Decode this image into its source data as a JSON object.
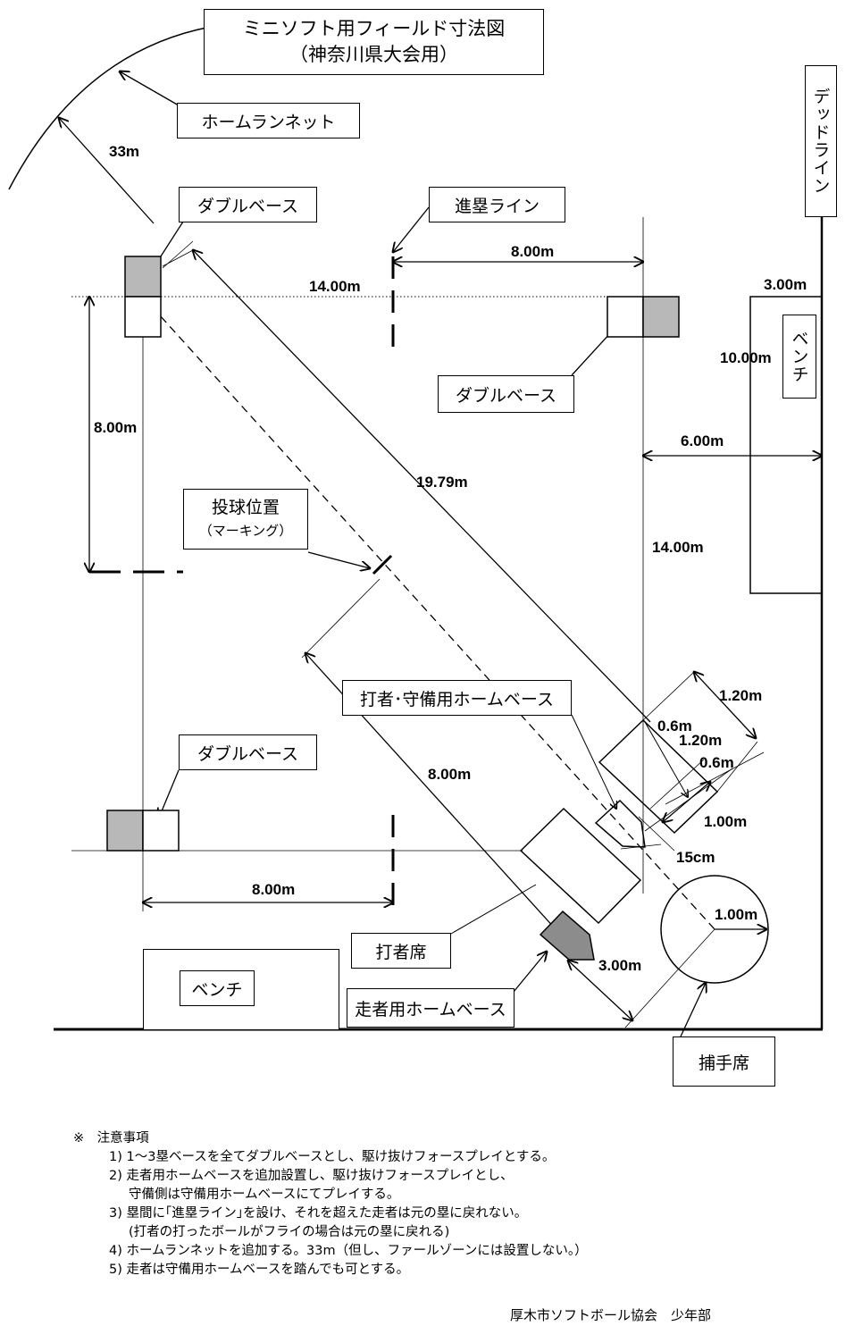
{
  "title": {
    "line1": "ミニソフト用フィールド寸法図",
    "line2": "（神奈川県大会用）"
  },
  "labels": {
    "homerun_net": "ホームランネット",
    "dead_line": "デッドライン",
    "double_base_top_left": "ダブルベース",
    "double_base_right": "ダブルベース",
    "double_base_bottom_left": "ダブルベース",
    "advance_line": "進塁ライン",
    "pitch_position": "投球位置",
    "pitch_marking": "（マーキング）",
    "batter_defense_home": "打者･守備用ホームベース",
    "batter_box": "打者席",
    "runner_home": "走者用ホームベース",
    "catcher_box": "捕手席",
    "bench_right": "ベンチ",
    "bench_bottom": "ベンチ"
  },
  "dimensions": {
    "net_radius": "33m",
    "advance_top": "8.00m",
    "base_distance": "14.00m",
    "bench_offset": "3.00m",
    "bench_length": "10.00m",
    "bench_line_distance": "6.00m",
    "pitch_distance_left": "8.00m",
    "diagonal": "19.79m",
    "right_side": "14.00m",
    "box_width": "1.20m",
    "gap_a": "0.6m",
    "box_width_b": "1.20m",
    "gap_b": "0.6m",
    "box_length": "1.00m",
    "home_gap": "15cm",
    "pitch_diag": "8.00m",
    "advance_bottom": "8.00m",
    "catcher_radius": "1.00m",
    "runner_home_offset": "3.00m"
  },
  "notes": {
    "heading": "※　注意事項",
    "n1": "1)  1～3塁ベースを全てダブルベースとし、駆け抜けフォースプレイとする。",
    "n2a": "2)  走者用ホームベースを追加設置し、駆け抜けフォースプレイとし、",
    "n2b": "守備側は守備用ホームベースにてプレイする。",
    "n3a": "3)  塁間に｢進塁ライン｣を設け、それを超えた走者は元の塁に戻れない。",
    "n3b": "(打者の打ったボールがフライの場合は元の塁に戻れる)",
    "n4": "4)  ホームランネットを追加する。33m（但し、ファールゾーンには設置しない。）",
    "n5": "5)  走者は守備用ホームベースを踏んでも可とする。"
  },
  "footer": "厚木市ソフトボール協会　少年部"
}
